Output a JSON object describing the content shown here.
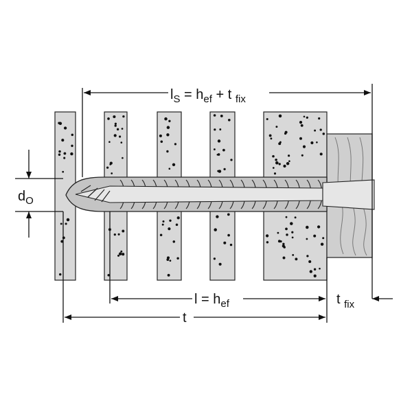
{
  "diagram": {
    "labels": {
      "ls_main": "l",
      "ls_sub": "S",
      "ls_mid": " = h",
      "ls_ef": "ef",
      "ls_plus": " + t ",
      "ls_fix": "fix",
      "d_main": "d",
      "d_sub": "O",
      "l_main": "l = h",
      "l_sub": "ef",
      "t_main": "t",
      "tfix_main": "t ",
      "tfix_sub": "fix"
    },
    "colors": {
      "wall_fill": "#d8d8d8",
      "plug_fill": "#c4c4c4",
      "wood_fill": "#cfcfcf",
      "ink": "#111111"
    }
  }
}
